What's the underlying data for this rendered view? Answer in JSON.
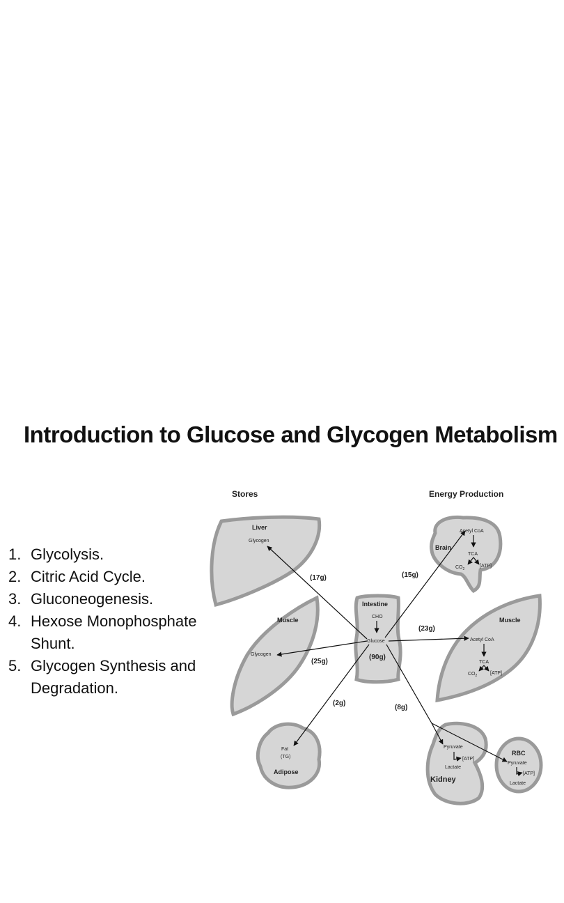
{
  "title": "Introduction to Glucose and Glycogen Metabolism",
  "topics": [
    {
      "num": "1.",
      "text": "Glycolysis."
    },
    {
      "num": "2.",
      "text": "Citric Acid Cycle."
    },
    {
      "num": "3.",
      "text": "Gluconeogenesis."
    },
    {
      "num": "4.",
      "text": "Hexose Monophosphate Shunt."
    },
    {
      "num": "5.",
      "text": "Glycogen Synthesis and Degradation."
    }
  ],
  "diagram": {
    "headers": {
      "stores": "Stores",
      "energy": "Energy Production"
    },
    "liver": {
      "name": "Liver",
      "store": "Glycogen"
    },
    "muscle_store": {
      "name": "Muscle",
      "store": "Glycogen"
    },
    "adipose": {
      "name": "Adipose",
      "line1": "Fat",
      "line2": "(TG)"
    },
    "intestine": {
      "name": "Intestine",
      "cho": "CHO",
      "glucose": "Glucose"
    },
    "brain": {
      "name": "Brain",
      "acetyl": "Acetyl CoA",
      "tca": "TCA",
      "co2": "CO",
      "co2_sub": "2",
      "atp": "[ATP]"
    },
    "muscle_energy": {
      "name": "Muscle",
      "acetyl": "Acetyl CoA",
      "tca": "TCA",
      "co2": "CO",
      "co2_sub": "2",
      "atp": "[ATP]"
    },
    "kidney": {
      "name": "Kidney",
      "pyruvate": "Pyruvate",
      "atp": "[ATP]",
      "lactate": "Lactate"
    },
    "rbc": {
      "name": "RBC",
      "pyruvate": "Pyruvate",
      "atp": "[ATP]",
      "lactate": "Lactate"
    },
    "amounts": {
      "liver": "(17g)",
      "muscle": "(25g)",
      "adipose": "(2g)",
      "total": "(90g)",
      "brain": "(15g)",
      "muscle_energy": "(23g)",
      "kidney_rbc": "(8g)"
    }
  }
}
